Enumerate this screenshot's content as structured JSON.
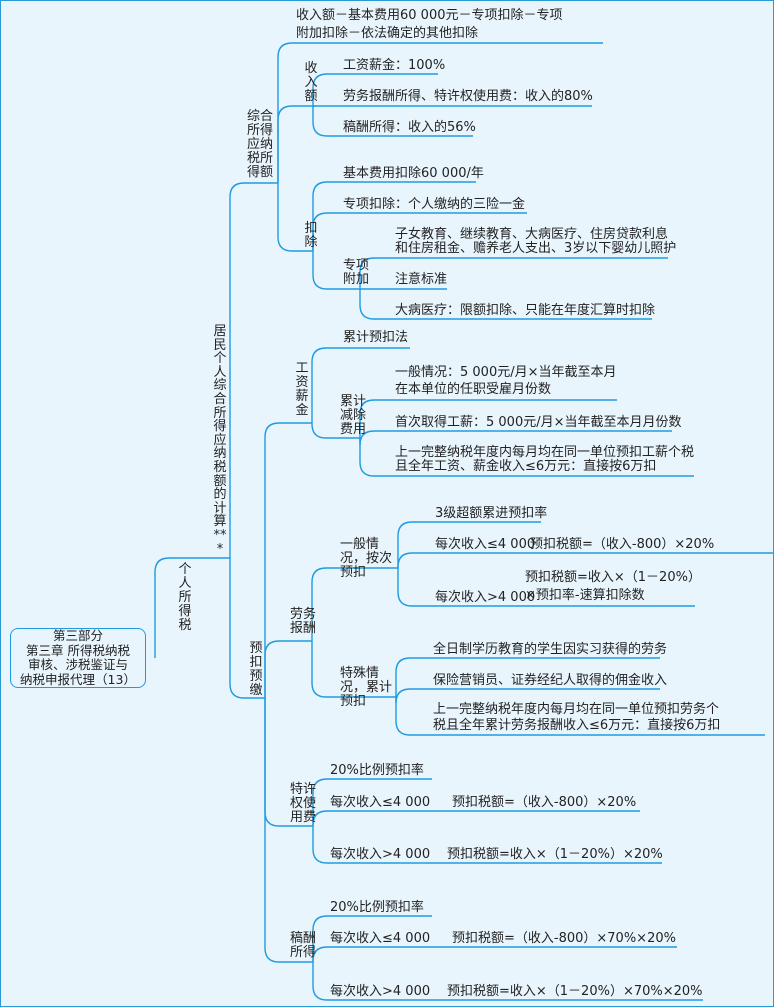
{
  "root": {
    "lines": [
      "第三部分",
      "第三章  所得税纳税",
      "审核、涉税鉴证与",
      "纳税申报代理（13）"
    ]
  },
  "l1": "个人所得税",
  "l2": "居民个人综合所得应纳税额的计算***",
  "comprehensive": {
    "title": "综合所得应纳税所得额",
    "formula": [
      "收入额－基本费用60 000元－专项扣除－专项",
      "附加扣除－依法确定的其他扣除"
    ],
    "income": {
      "title": "收入额",
      "items": [
        "工资薪金：100%",
        "劳务报酬所得、特许权使用费：收入的80%",
        "稿酬所得：收入的56%"
      ]
    },
    "deduction": {
      "title": "扣除",
      "items": [
        "基本费用扣除60 000/年",
        "专项扣除：个人缴纳的三险一金"
      ],
      "special": {
        "title": "专项附加",
        "items": [
          [
            "子女教育、继续教育、大病医疗、住房贷款利息",
            "和住房租金、赡养老人支出、3岁以下婴幼儿照护"
          ],
          "注意标准",
          "大病医疗：限额扣除、只能在年度汇算时扣除"
        ]
      }
    }
  },
  "prepay": {
    "title": "预扣预缴",
    "wages": {
      "title": "工资薪金",
      "method": "累计预扣法",
      "deduct": {
        "title": "累计减除费用",
        "items": [
          [
            "一般情况：5 000元/月×当年截至本月",
            "在本单位的任职受雇月份数"
          ],
          "首次取得工薪：5 000元/月×当年截至本月月份数",
          [
            "上一完整纳税年度内每月均在同一单位预扣工薪个税",
            "且全年工资、薪金收入≤6万元：直接按6万扣"
          ]
        ]
      }
    },
    "labor": {
      "title": "劳务报酬",
      "general": {
        "title": "一般情况，按次预扣",
        "rate": "3级超额累进预扣率",
        "le": "每次收入≤4 000",
        "le_formula": "预扣税额=（收入-800）×20%",
        "gt": "每次收入>4 000",
        "gt_formula": [
          "预扣税额=收入×（1－20%）",
          "×预扣率-速算扣除数"
        ]
      },
      "special": {
        "title": "特殊情况，累计预扣",
        "items": [
          "全日制学历教育的学生因实习获得的劳务",
          "保险营销员、证券经纪人取得的佣金收入",
          [
            "上一完整纳税年度内每月均在同一单位预扣劳务个",
            "税且全年累计劳务报酬收入≤6万元：直接按6万扣"
          ]
        ]
      }
    },
    "royalty": {
      "title": "特许权使用费",
      "rate": "20%比例预扣率",
      "le": "每次收入≤4 000",
      "le_formula": "预扣税额=（收入-800）×20%",
      "gt": "每次收入>4 000",
      "gt_formula": "预扣税额=收入×（1－20%）×20%"
    },
    "manuscript": {
      "title": "稿酬所得",
      "rate": "20%比例预扣率",
      "le": "每次收入≤4 000",
      "le_formula": "预扣税额=（收入-800）×70%×20%",
      "gt": "每次收入>4 000",
      "gt_formula": "预扣税额=收入×（1－20%）×70%×20%"
    }
  },
  "colors": {
    "line": "#1e9be0",
    "background": "#e9f5fd"
  }
}
